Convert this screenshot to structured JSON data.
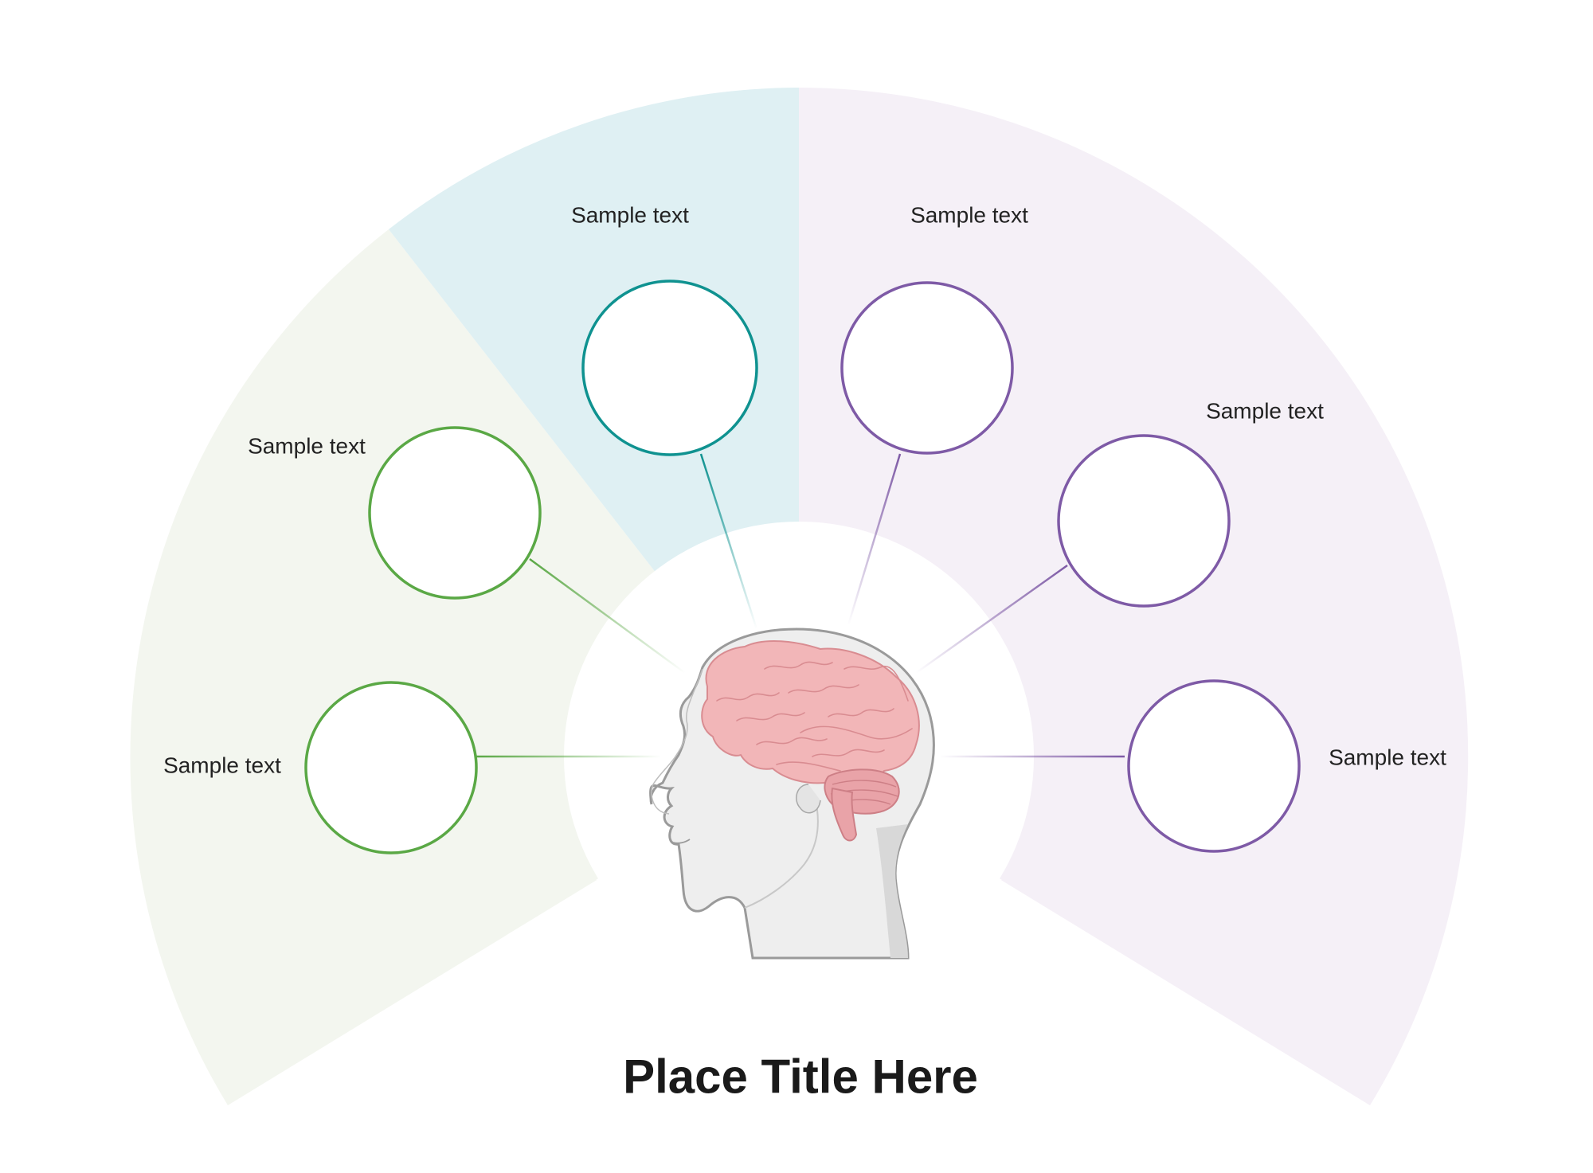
{
  "title": "Place Title Here",
  "colors": {
    "green_sector": "#f3f6ef",
    "teal_sector": "#dff0f3",
    "purple_sector": "#f5f0f7",
    "green": "#5aa845",
    "teal": "#0f9290",
    "purple": "#7e5aa6"
  },
  "nodes": [
    {
      "label": "Sample text",
      "group": "green"
    },
    {
      "label": "Sample text",
      "group": "green"
    },
    {
      "label": "Sample text",
      "group": "teal"
    },
    {
      "label": "Sample text",
      "group": "purple"
    },
    {
      "label": "Sample text",
      "group": "purple"
    },
    {
      "label": "Sample text",
      "group": "purple"
    }
  ],
  "center_icon": "human-head-brain-icon"
}
